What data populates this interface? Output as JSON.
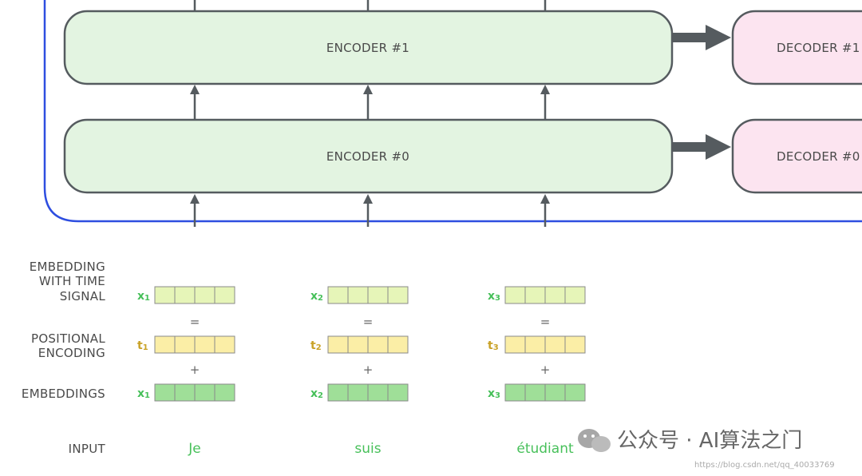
{
  "stack": {
    "encoders": [
      {
        "label": "ENCODER #1"
      },
      {
        "label": "ENCODER #0"
      }
    ],
    "decoders": [
      {
        "label": "DECODER #1"
      },
      {
        "label": "DECODER #0"
      }
    ]
  },
  "rows": {
    "embedding_time_signal": [
      "EMBEDDING",
      "WITH TIME",
      "SIGNAL"
    ],
    "positional_encoding": [
      "POSITIONAL",
      "ENCODING"
    ],
    "embeddings": "EMBEDDINGS",
    "input": "INPUT"
  },
  "operators": {
    "equals": "=",
    "plus": "+"
  },
  "tokens": [
    {
      "word": "Je",
      "x_label": "x",
      "x_sub": "1",
      "t_label": "t",
      "t_sub": "1"
    },
    {
      "word": "suis",
      "x_label": "x",
      "x_sub": "2",
      "t_label": "t",
      "t_sub": "2"
    },
    {
      "word": "étudiant",
      "x_label": "x",
      "x_sub": "3",
      "t_label": "t",
      "t_sub": "3"
    }
  ],
  "watermark": {
    "text": "公众号 · AI算法之门",
    "url": "https://blog.csdn.net/qq_40033769"
  },
  "colors": {
    "encoder_fill": "#e3f4e1",
    "decoder_fill": "#fce4f0",
    "box_stroke": "#555b5f",
    "stack_outline": "#2e4ee0",
    "signal_cell": "#e6f5b8",
    "positional_cell": "#fbeea6",
    "embedding_cell": "#9fdf98",
    "x_label_color": "#47c05a",
    "t_label_color": "#c9a227"
  }
}
